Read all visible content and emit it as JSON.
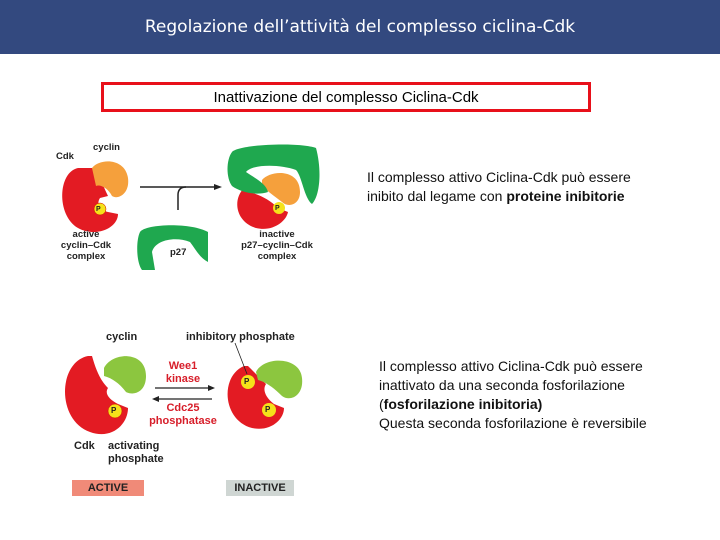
{
  "header": {
    "title": "Regolazione dell’attività del complesso ciclina-Cdk"
  },
  "subtitle": "Inattivazione del complesso Ciclina-Cdk",
  "figure1": {
    "cdk": "Cdk",
    "cyclin": "cyclin",
    "p27": "p27",
    "phosphate": "P",
    "active_label": [
      "active",
      "cyclin–Cdk",
      "complex"
    ],
    "inactive_label": [
      "inactive",
      "p27–cyclin–Cdk",
      "complex"
    ]
  },
  "text1": {
    "before": "Il complesso attivo Ciclina-Cdk può essere inibito dal legame con ",
    "bold": "proteine inibitorie"
  },
  "figure2": {
    "cyclin": "cyclin",
    "inhibitory": "inhibitory phosphate",
    "wee1": [
      "Wee1",
      "kinase"
    ],
    "cdc25": [
      "Cdc25",
      "phosphatase"
    ],
    "cdk": "Cdk",
    "activating": [
      "activating",
      "phosphate"
    ],
    "phosphate": "P",
    "active": "ACTIVE",
    "inactive": "INACTIVE"
  },
  "text2": {
    "line1": "Il complesso attivo Ciclina-Cdk può essere inattivato da una seconda fosforilazione (",
    "bold": "fosforilazione inibitoria)",
    "line2": "Questa seconda fosforilazione è reversibile"
  },
  "colors": {
    "header": "#33497f",
    "red": "#e8101a",
    "cdk": "#e31b23",
    "cyclin_orange": "#f5a03c",
    "cyclin_green": "#8cc63f",
    "p27": "#1fa84f"
  }
}
